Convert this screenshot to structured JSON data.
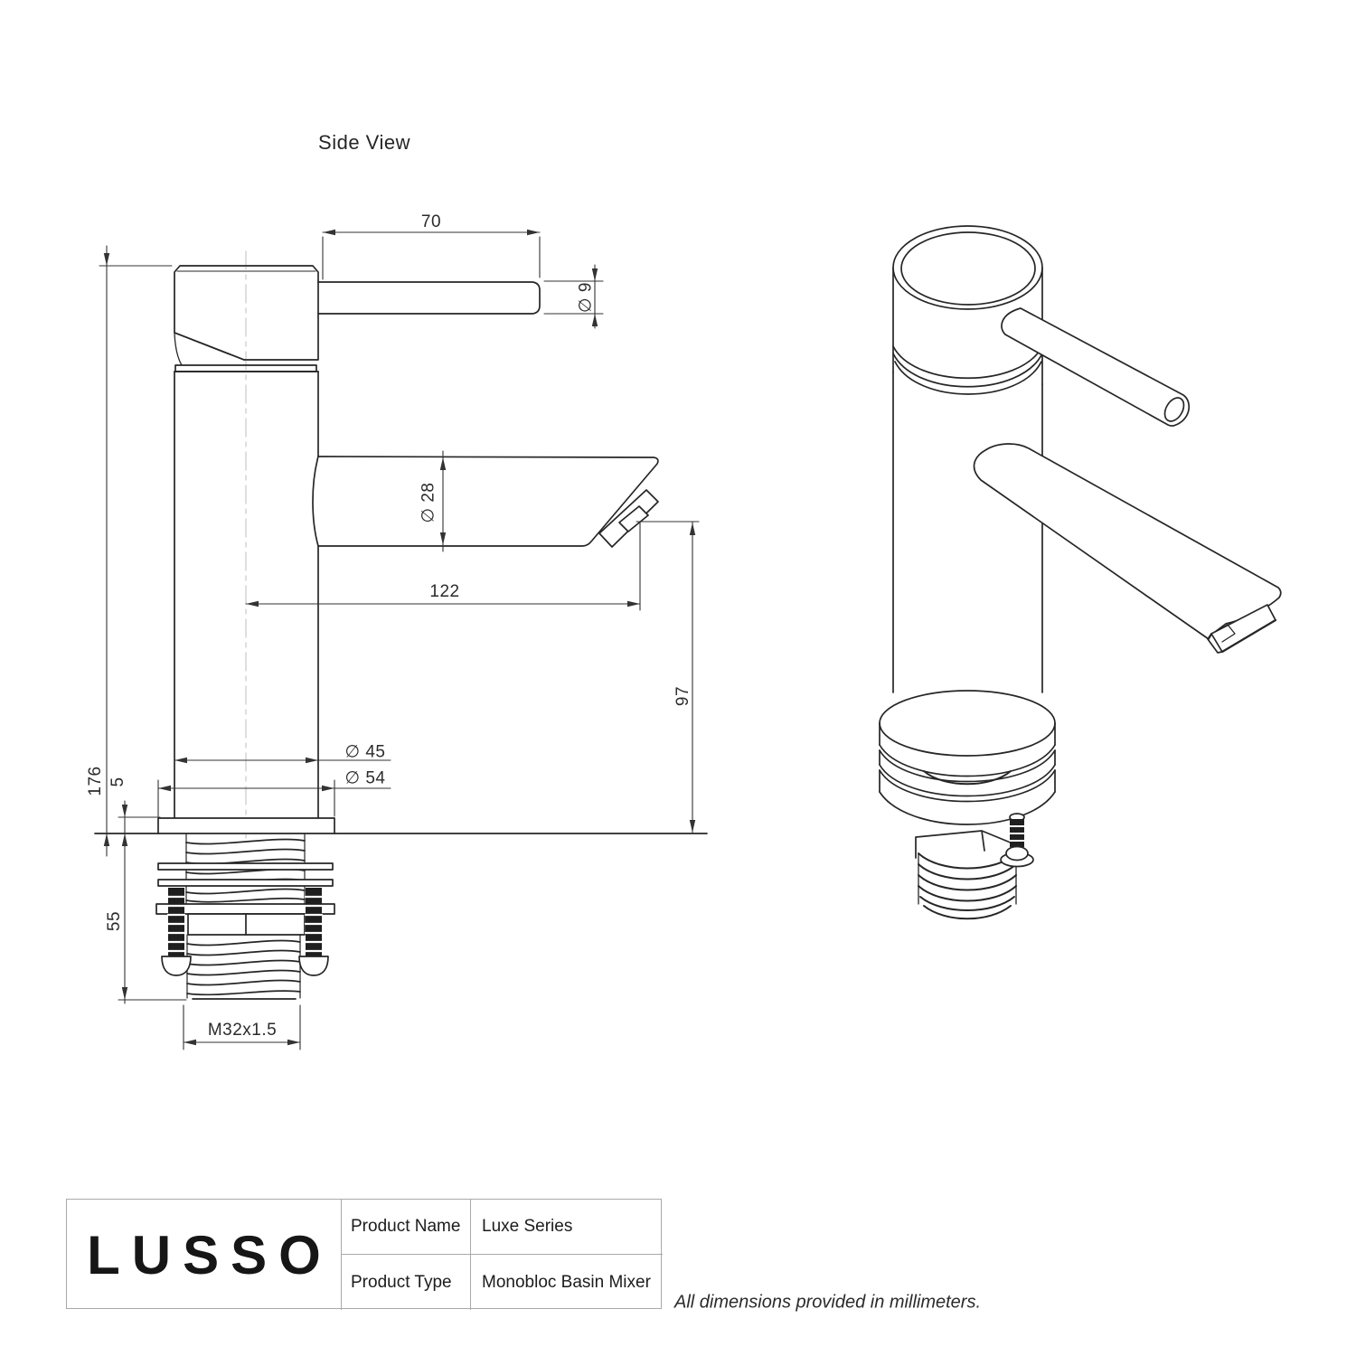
{
  "title": "Side View",
  "note": "All dimensions provided in millimeters.",
  "brand": "LUSSO",
  "title_block": {
    "rows": [
      {
        "label": "Product Name",
        "value": "Luxe Series"
      },
      {
        "label": "Product Type",
        "value": "Monobloc Basin Mixer"
      }
    ]
  },
  "dims": {
    "len70": "70",
    "dia9": "∅ 9",
    "dia28": "∅ 28",
    "reach122": "122",
    "h97": "97",
    "h176": "176",
    "t5": "5",
    "h55": "55",
    "dia45": "∅ 45",
    "dia54": "∅ 54",
    "thread": "M32x1.5"
  },
  "colors": {
    "object_line": "#262626",
    "dimension_line": "#333333",
    "centerline": "#c9c9c9",
    "table_border": "#a9a9a9",
    "background": "#ffffff"
  }
}
